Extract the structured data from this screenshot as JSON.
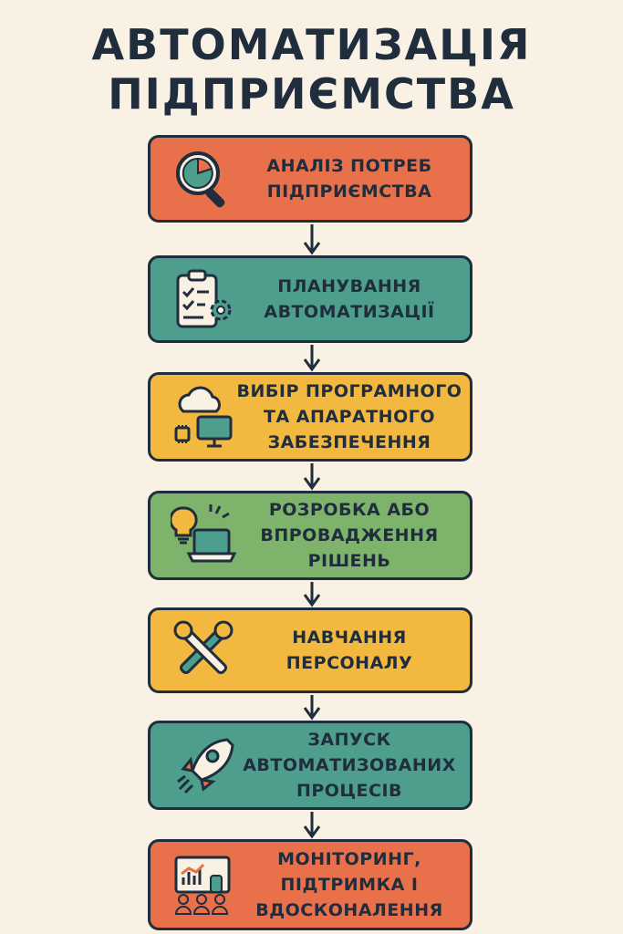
{
  "title": {
    "line1": "АВТОМАТИЗАЦІЯ",
    "line2": "ПІДПРИЄМСТВА"
  },
  "steps": [
    {
      "lines": [
        "АНАЛІЗ ПОТРЕБ",
        "ПІДПРИЄМСТВА"
      ],
      "color": "#e8704b",
      "icon": "magnifier-chart-icon"
    },
    {
      "lines": [
        "ПЛАНУВАННЯ",
        "АВТОМАТИЗАЦІЇ"
      ],
      "color": "#4e9e8e",
      "icon": "clipboard-gear-icon"
    },
    {
      "lines": [
        "ВИБІР ПРОГРАМНОГО",
        "ТА АПАРАТНОГО",
        "ЗАБЕЗПЕЧЕННЯ"
      ],
      "color": "#f2b83f",
      "icon": "cloud-computer-icon"
    },
    {
      "lines": [
        "РОЗРОБКА АБО",
        "ВПРОВАДЖЕННЯ",
        "РІШЕНЬ"
      ],
      "color": "#7db36a",
      "icon": "lightbulb-laptop-icon"
    },
    {
      "lines": [
        "НАВЧАННЯ",
        "ПЕРСОНАЛУ"
      ],
      "color": "#f2b83f",
      "icon": "wrench-screwdriver-icon"
    },
    {
      "lines": [
        "ЗАПУСК",
        "АВТОМАТИЗОВАНИХ",
        "ПРОЦЕСІВ"
      ],
      "color": "#4e9e8e",
      "icon": "rocket-icon"
    },
    {
      "lines": [
        "МОНІТОРИНГ,",
        "ПІДТРИМКА І",
        "ВДОСКОНАЛЕННЯ"
      ],
      "color": "#e8704b",
      "icon": "monitoring-team-icon"
    }
  ]
}
